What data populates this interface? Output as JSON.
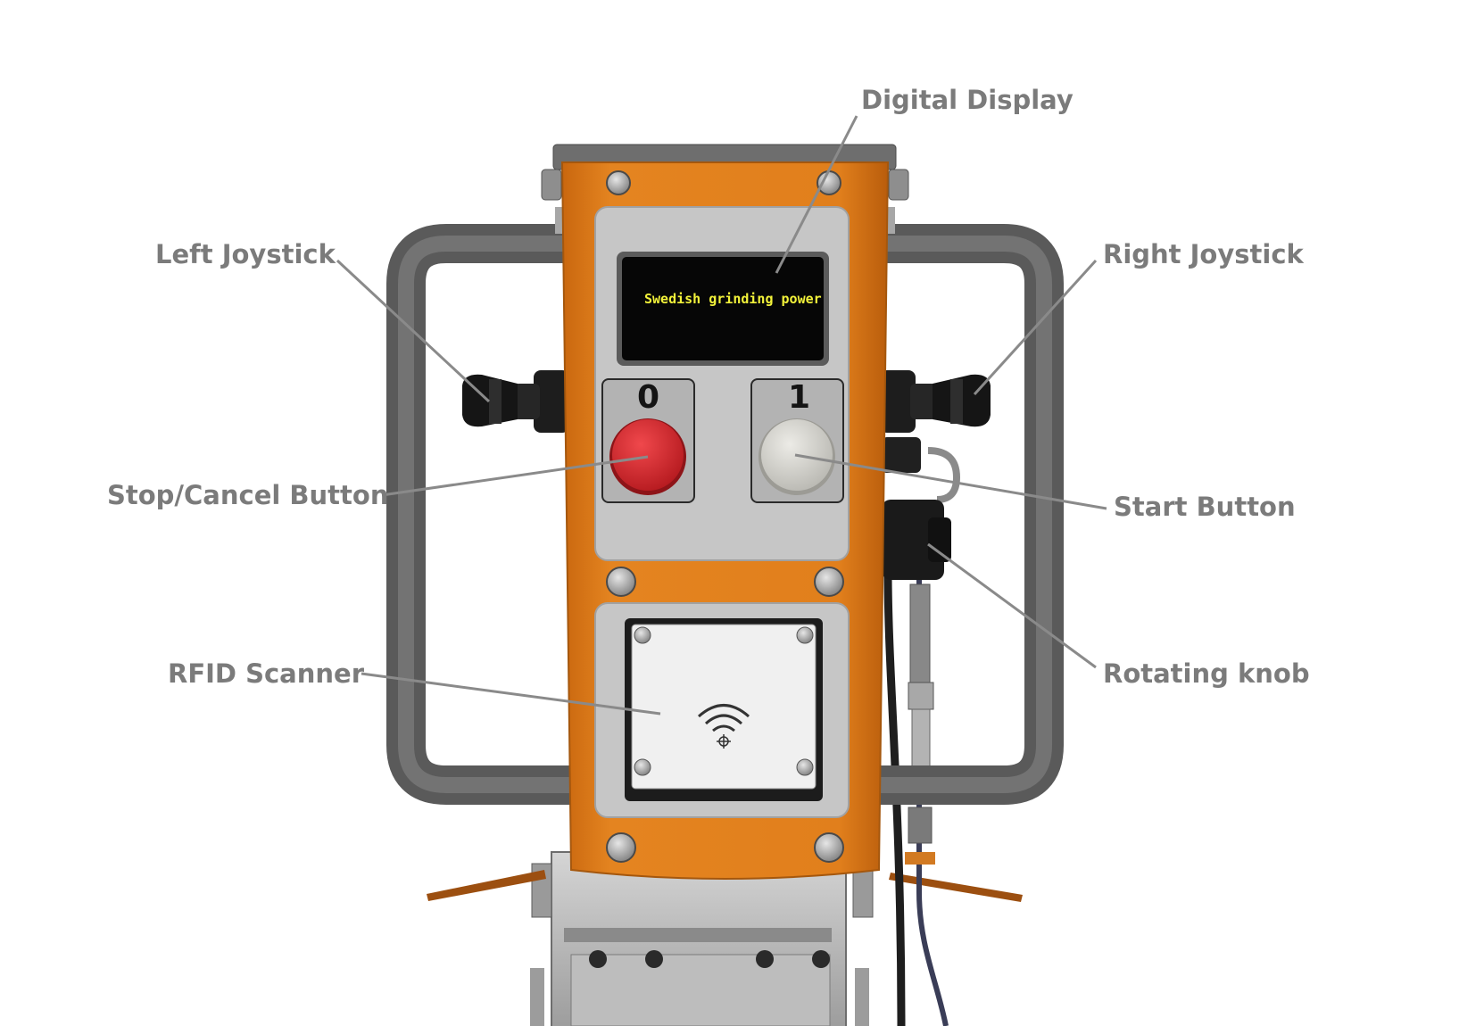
{
  "callouts": {
    "digital_display": "Digital Display",
    "left_joystick": "Left Joystick",
    "right_joystick": "Right Joystick",
    "stop_button": "Stop/Cancel Button",
    "start_button": "Start Button",
    "rotating_knob": "Rotating knob",
    "rfid_scanner": "RFID Scanner"
  },
  "display_text": "Swedish grinding power",
  "buttons": {
    "stop_number": "0",
    "start_number": "1"
  },
  "colors": {
    "panel_orange": "#e07c1f",
    "stop_red": "#d9262b",
    "start_white": "#d6d6d0",
    "lcd_text": "#f2f23a",
    "callout_gray": "#7b7b7b"
  }
}
